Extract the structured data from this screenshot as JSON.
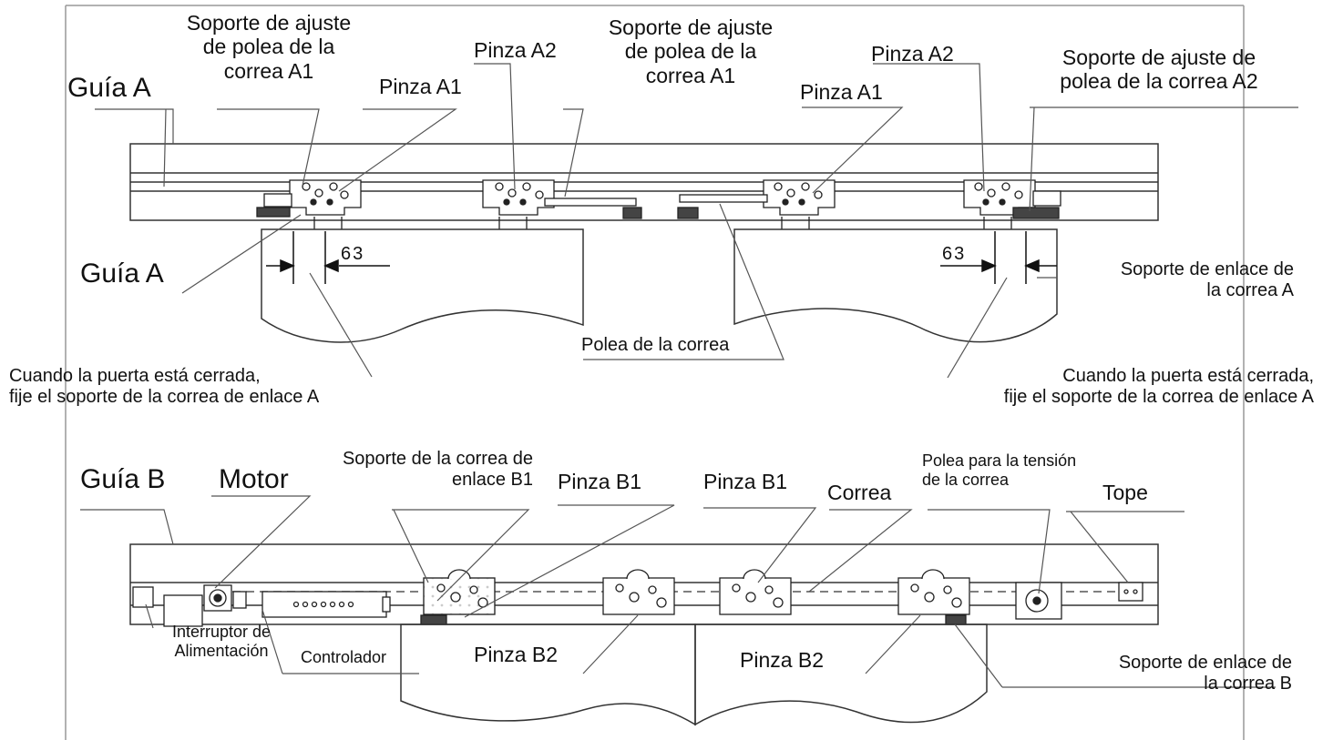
{
  "labels": {
    "guia_a_top": "Guía A",
    "soporte_ajuste_a1_left": "Soporte de ajuste\nde polea de la\ncorrea A1",
    "pinza_a1_left": "Pinza A1",
    "pinza_a2_mid": "Pinza A2",
    "soporte_ajuste_a1_mid": "Soporte de ajuste\nde polea de la\ncorrea A1",
    "pinza_a1_mid": "Pinza A1",
    "pinza_a2_right": "Pinza A2",
    "soporte_ajuste_a2_right": "Soporte de ajuste de\npolea de la correa A2",
    "guia_a_left": "Guía A",
    "dim_left": "63",
    "dim_right": "63",
    "soporte_enlace_a": "Soporte de enlace de\nla correa A",
    "polea_correa": "Polea de la correa",
    "cuando_left": "Cuando la puerta está cerrada,\nfije el soporte de la correa de enlace A",
    "cuando_right": "Cuando la puerta está cerrada,\nfije el soporte de la correa de enlace A",
    "guia_b": "Guía B",
    "motor": "Motor",
    "soporte_enlace_b1": "Soporte de la correa de\nenlace B1",
    "pinza_b1_left": "Pinza B1",
    "pinza_b1_right": "Pinza B1",
    "correa": "Correa",
    "polea_tension": "Polea para la tensión\nde la correa",
    "tope": "Tope",
    "interruptor": "Interruptor de\nAlimentación",
    "controlador": "Controlador",
    "pinza_b2_left": "Pinza B2",
    "pinza_b2_right": "Pinza B2",
    "soporte_enlace_b": "Soporte de enlace de\nla correa B"
  }
}
